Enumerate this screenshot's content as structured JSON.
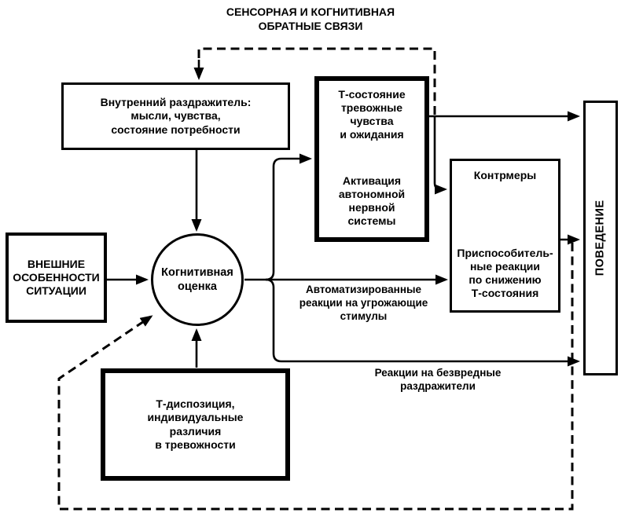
{
  "title": "СЕНСОРНАЯ И КОГНИТИВНАЯ\nОБРАТНЫЕ СВЯЗИ",
  "nodes": {
    "internal_stimulus": {
      "label": "Внутренний раздражитель:\nмысли, чувства,\nсостояние потребности"
    },
    "t_state": {
      "label_top": "Т-состояние\nтревожные\nчувства\nи ожидания",
      "label_bottom": "Активация\nавтономной\nнервной\nсистемы"
    },
    "countermeasures": {
      "label_top": "Контрмеры",
      "label_bottom": "Приспособитель-\nные реакции\nпо снижению\nТ-состояния"
    },
    "external_features": {
      "label": "ВНЕШНИЕ\nОСОБЕННОСТИ\nСИТУАЦИИ"
    },
    "cognitive_appraisal": {
      "label": "Когнитивная\nоценка"
    },
    "t_disposition": {
      "label": "Т-диспозиция,\nиндивидуальные\nразличия\nв тревожности"
    },
    "behavior": {
      "label": "ПОВЕДЕНИЕ"
    }
  },
  "edge_labels": {
    "automated_reactions": "Автоматизированные\nреакции на угрожающие\nстимулы",
    "harmless_reactions": "Реакции на безвредные\nраздражители"
  },
  "colors": {
    "line": "#000000",
    "background": "#ffffff",
    "text": "#000000"
  }
}
